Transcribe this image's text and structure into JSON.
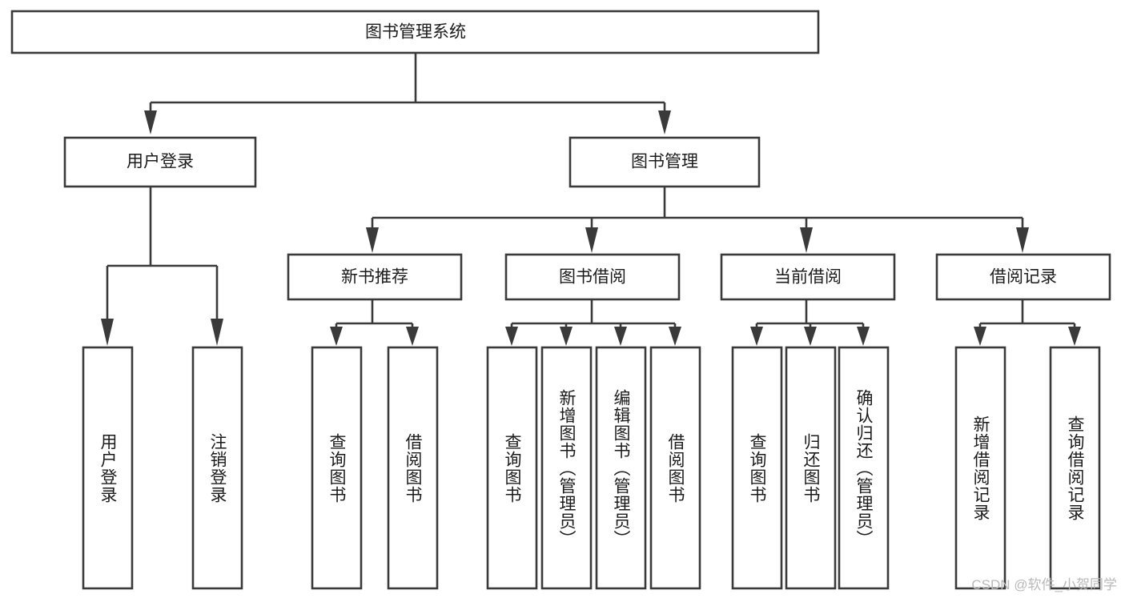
{
  "diagram": {
    "type": "tree-hierarchy-chart",
    "title": "图书管理系统",
    "stroke_color": "#3a3a3a",
    "box_fill": "#ffffff",
    "text_color": "#1b1b1b",
    "levels": {
      "root": {
        "label": "图书管理系统"
      },
      "level2": [
        {
          "label": "用户登录"
        },
        {
          "label": "图书管理"
        }
      ],
      "level3": [
        {
          "label": "新书推荐"
        },
        {
          "label": "图书借阅"
        },
        {
          "label": "当前借阅"
        },
        {
          "label": "借阅记录"
        }
      ],
      "leaves": [
        {
          "label": "用户登录",
          "parent": "用户登录"
        },
        {
          "label": "注销登录",
          "parent": "用户登录"
        },
        {
          "label": "查询图书",
          "parent": "新书推荐"
        },
        {
          "label": "借阅图书",
          "parent": "新书推荐"
        },
        {
          "label": "查询图书",
          "parent": "图书借阅"
        },
        {
          "label": "新增图书（管理员）",
          "parent": "图书借阅"
        },
        {
          "label": "编辑图书（管理员）",
          "parent": "图书借阅"
        },
        {
          "label": "借阅图书",
          "parent": "图书借阅"
        },
        {
          "label": "查询图书",
          "parent": "当前借阅"
        },
        {
          "label": "归还图书",
          "parent": "当前借阅"
        },
        {
          "label": "确认归还（管理员）",
          "parent": "当前借阅"
        },
        {
          "label": "新增借阅记录",
          "parent": "借阅记录"
        },
        {
          "label": "查询借阅记录",
          "parent": "借阅记录"
        }
      ]
    }
  },
  "watermark": {
    "text": "CSDN @软件_小贺同学"
  }
}
